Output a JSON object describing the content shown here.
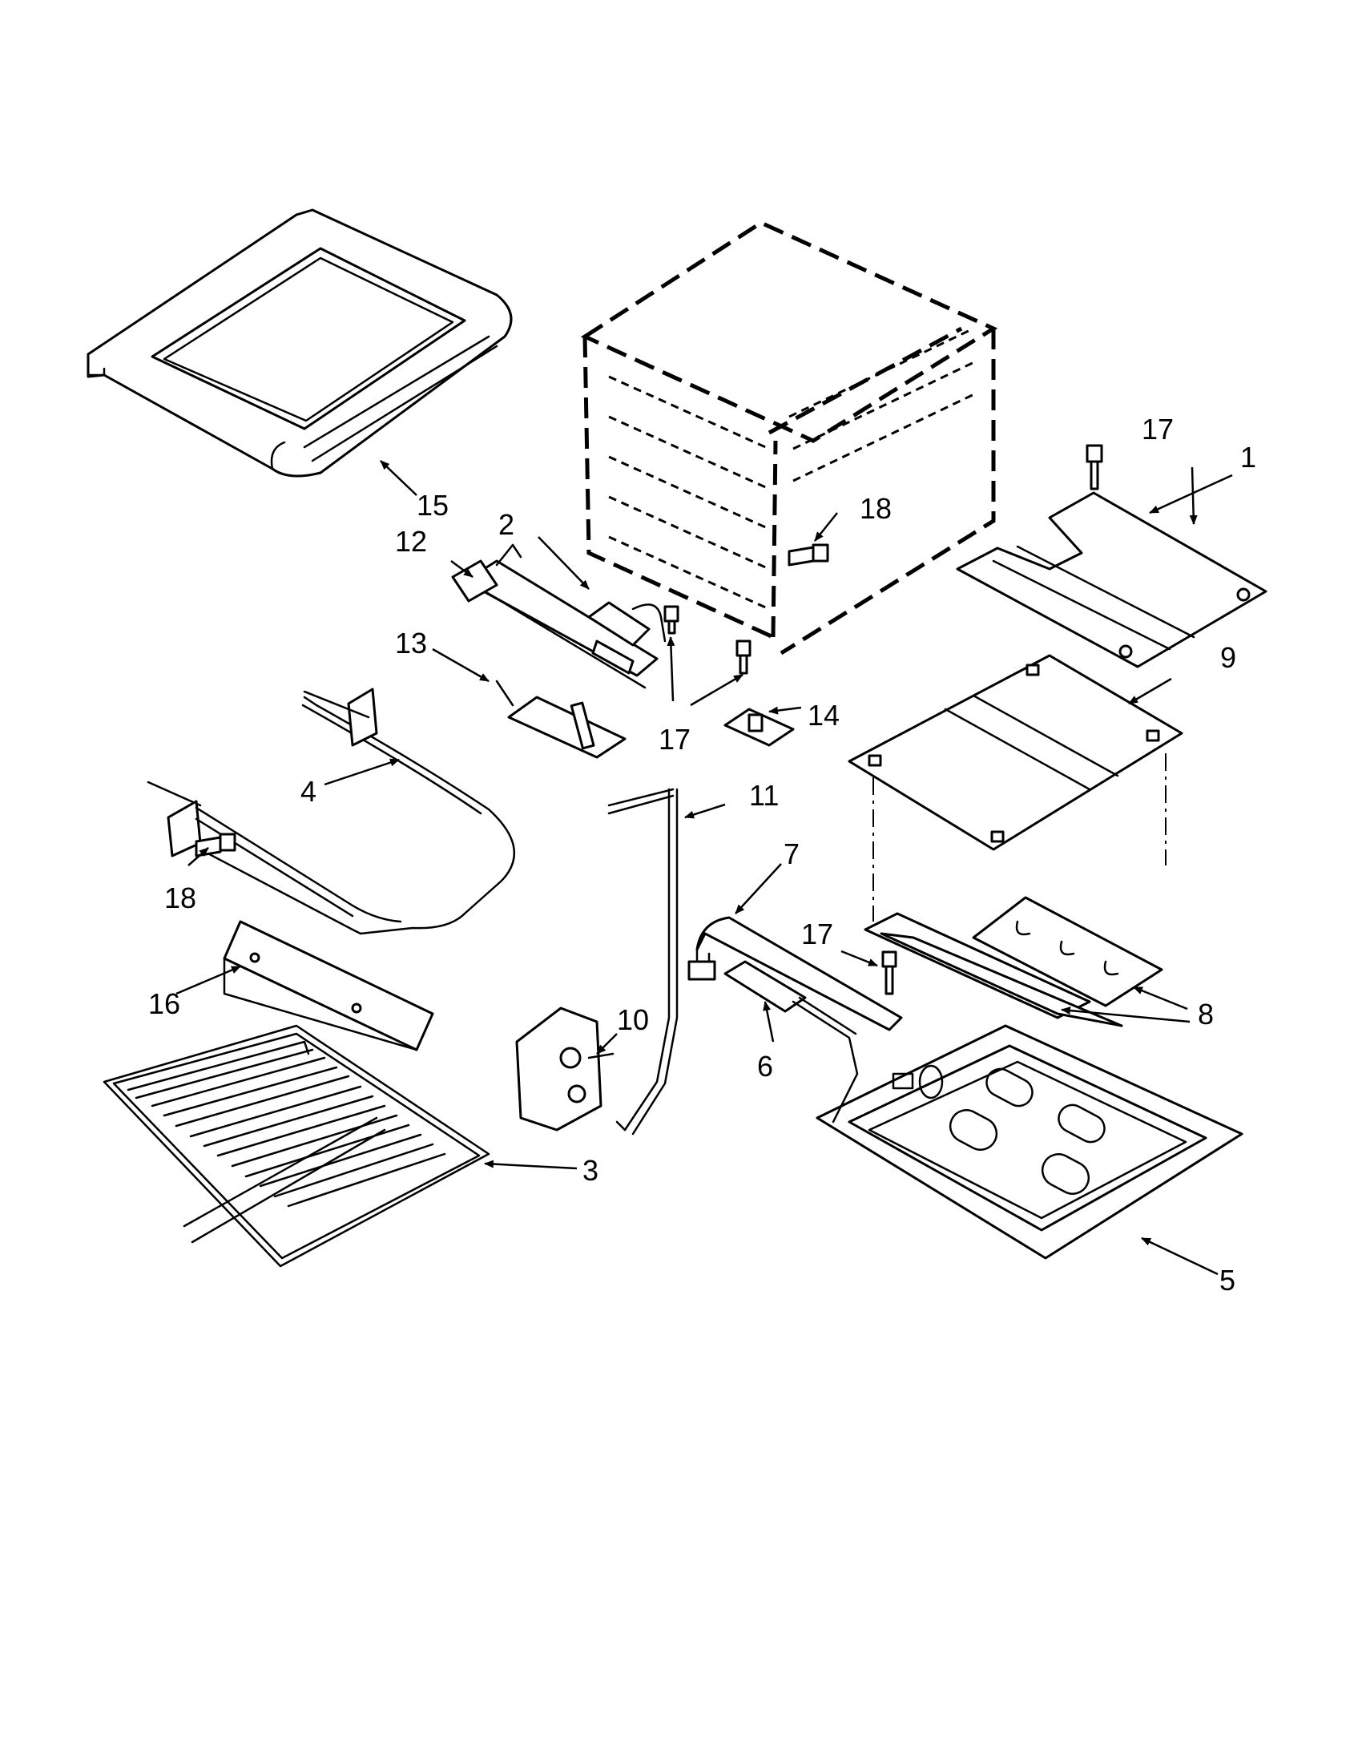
{
  "callouts": [
    {
      "id": "1",
      "text": "1"
    },
    {
      "id": "2",
      "text": "2"
    },
    {
      "id": "3",
      "text": "3"
    },
    {
      "id": "4",
      "text": "4"
    },
    {
      "id": "5",
      "text": "5"
    },
    {
      "id": "6",
      "text": "6"
    },
    {
      "id": "7",
      "text": "7"
    },
    {
      "id": "8",
      "text": "8"
    },
    {
      "id": "9",
      "text": "9"
    },
    {
      "id": "10",
      "text": "10"
    },
    {
      "id": "11",
      "text": "11"
    },
    {
      "id": "12",
      "text": "12"
    },
    {
      "id": "13",
      "text": "13"
    },
    {
      "id": "14",
      "text": "14"
    },
    {
      "id": "15",
      "text": "15"
    },
    {
      "id": "16",
      "text": "16"
    },
    {
      "id": "17a",
      "text": "17"
    },
    {
      "id": "17b",
      "text": "17"
    },
    {
      "id": "17c",
      "text": "17"
    },
    {
      "id": "18a",
      "text": "18"
    },
    {
      "id": "18b",
      "text": "18"
    }
  ],
  "colors": {
    "line": "#000000",
    "background": "#ffffff"
  }
}
